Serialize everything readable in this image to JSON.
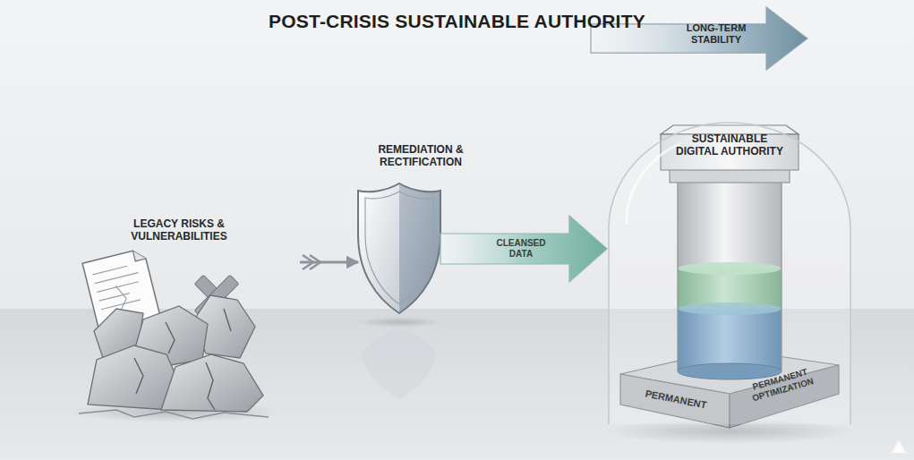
{
  "diagram": {
    "title": "POST-CRISIS SUSTAINABLE AUTHORITY",
    "nodes": [
      {
        "text": [
          "LEGACY RISKS & VULNERABILITIES"
        ]
      },
      {
        "text": [
          "REMEDIATION & RECTIFICATION"
        ]
      },
      {
        "text": [
          "SUSTAINABLE DIGITAL AUTHORITY"
        ]
      },
      {
        "text": [
          "LONG-TERM STABILITY"
        ]
      }
    ],
    "edges": [
      {
        "from": 0,
        "to": 1,
        "arrow": "to"
      },
      {
        "from": 1,
        "to": 2,
        "label": "CLEANSED DATA",
        "arrow": "to"
      }
    ],
    "labels": [
      "PERMANENT",
      "PERMANENT OPTIMIZATION"
    ]
  }
}
